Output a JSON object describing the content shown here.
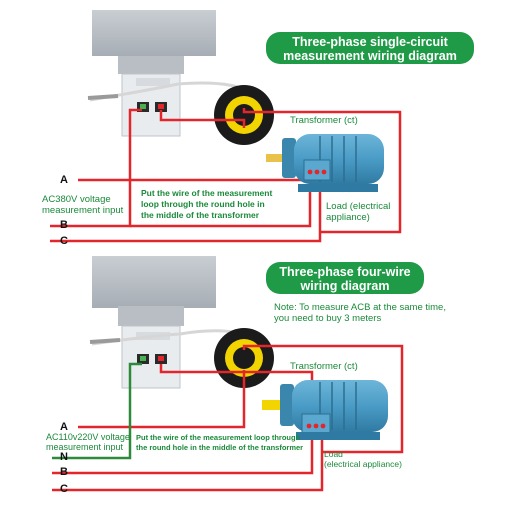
{
  "top": {
    "title_line1": "Three-phase single-circuit",
    "title_line2": "measurement wiring diagram",
    "transformer": "Transformer (ct)",
    "voltage_input_line1": "AC380V voltage",
    "voltage_input_line2": "measurement input",
    "instruction_line1": "Put the wire of the measurement",
    "instruction_line2": "loop through the round hole in",
    "instruction_line3": "the middle of the transformer",
    "load_line1": "Load (electrical",
    "load_line2": "appliance)",
    "phases": [
      "A",
      "B",
      "C"
    ]
  },
  "bottom": {
    "title_line1": "Three-phase four-wire",
    "title_line2": "wiring diagram",
    "note_line1": "Note: To measure ACB at the same time,",
    "note_line2": "you need to buy 3 meters",
    "transformer": "Transformer (ct)",
    "voltage_input_line1": "AC110v220V voltage",
    "voltage_input_line2": "measurement input",
    "instruction_line1": "Put the wire of the measurement loop through",
    "instruction_line2": "the round hole in the middle of the transformer",
    "load_line1": "Load",
    "load_line2": "(electrical appliance)",
    "phases": [
      "A",
      "N",
      "B",
      "C"
    ]
  },
  "colors": {
    "accent_green": "#1f9a46",
    "wire_red": "#e3262c",
    "wire_green": "#2d8a3a",
    "motor_blue": "#4a9cc6",
    "ct_yellow": "#f2d400"
  }
}
